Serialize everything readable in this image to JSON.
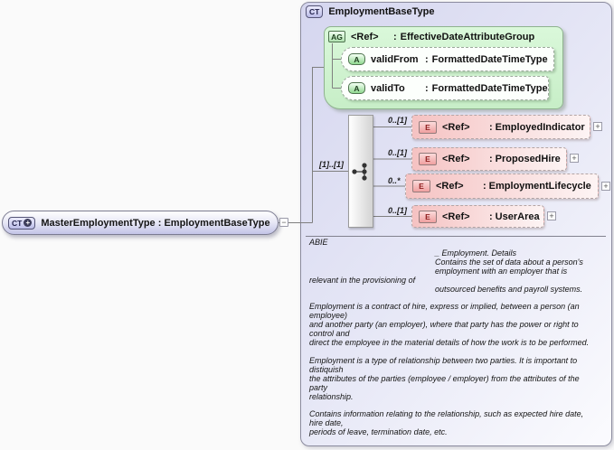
{
  "icons": {
    "plus": "+",
    "minus": "−",
    "sequence_icon": "sequence-compositor"
  },
  "colors": {
    "panel_fill": "#d5d6ef",
    "group_green_fill": "#cdf3cd",
    "element_pink_fill": "#f5c2c2",
    "badge_complextype_fill": "#bbbce8",
    "badge_element_fill": "#f0a0a0",
    "connector": "#7f7f7f"
  },
  "source": {
    "badge": "CT",
    "label": "MasterEmploymentType : EmploymentBaseType"
  },
  "panel": {
    "badge": "CT",
    "title": "EmploymentBaseType",
    "attribute_group": {
      "badge": "AG",
      "name": "<Ref>",
      "colon": ":",
      "type": "EffectiveDateAttributeGroup",
      "attributes": [
        {
          "badge": "A",
          "name": "validFrom",
          "colon": ":",
          "type": "FormattedDateTimeType"
        },
        {
          "badge": "A",
          "name": "validTo",
          "colon": ":",
          "type": "FormattedDateTimeType"
        }
      ]
    },
    "sequence": {
      "cardinality": "[1]..[1]",
      "elements": [
        {
          "badge": "E",
          "cardinality": "0..[1]",
          "name": "<Ref>",
          "colon": ":",
          "type": "EmployedIndicator"
        },
        {
          "badge": "E",
          "cardinality": "0..[1]",
          "name": "<Ref>",
          "colon": ":",
          "type": "ProposedHire"
        },
        {
          "badge": "E",
          "cardinality": "0..*",
          "name": "<Ref>",
          "colon": ":",
          "type": "EmploymentLifecycle"
        },
        {
          "badge": "E",
          "cardinality": "0..[1]",
          "name": "<Ref>",
          "colon": ":",
          "type": "UserArea"
        }
      ]
    },
    "documentation": {
      "label": "ABIE",
      "lines": [
        {
          "text": "_ Employment. Details",
          "indent": 1
        },
        {
          "text": "Contains the set of data about a person's",
          "indent": 1
        },
        {
          "text": "employment with an employer that is",
          "indent": 1
        },
        {
          "text": "relevant in the provisioning of",
          "indent": 0
        },
        {
          "text": "outsourced benefits and payroll systems.",
          "indent": 1
        },
        {
          "text": "",
          "indent": 0
        },
        {
          "text": "Employment is a contract of hire, express or implied, between a person (an",
          "indent": 0
        },
        {
          "text": "employee)",
          "indent": 0
        },
        {
          "text": "and another party (an employer), where that party has the power or right to",
          "indent": 0
        },
        {
          "text": "control and",
          "indent": 0
        },
        {
          "text": "direct the employee in the material details of how the work is to be performed.",
          "indent": 0
        },
        {
          "text": "",
          "indent": 0
        },
        {
          "text": "Employment is a type of relationship between two parties. It is important to",
          "indent": 0
        },
        {
          "text": "distiquish",
          "indent": 0
        },
        {
          "text": "the attributes of the parties (employee / employer) from the attributes of the",
          "indent": 0
        },
        {
          "text": "party",
          "indent": 0
        },
        {
          "text": "relationship.",
          "indent": 0
        },
        {
          "text": "",
          "indent": 0
        },
        {
          "text": "Contains information relating to the relationship, such as expected hire date,",
          "indent": 0
        },
        {
          "text": "hire date,",
          "indent": 0
        },
        {
          "text": "periods of leave, termination date, etc.",
          "indent": 0
        }
      ]
    }
  }
}
